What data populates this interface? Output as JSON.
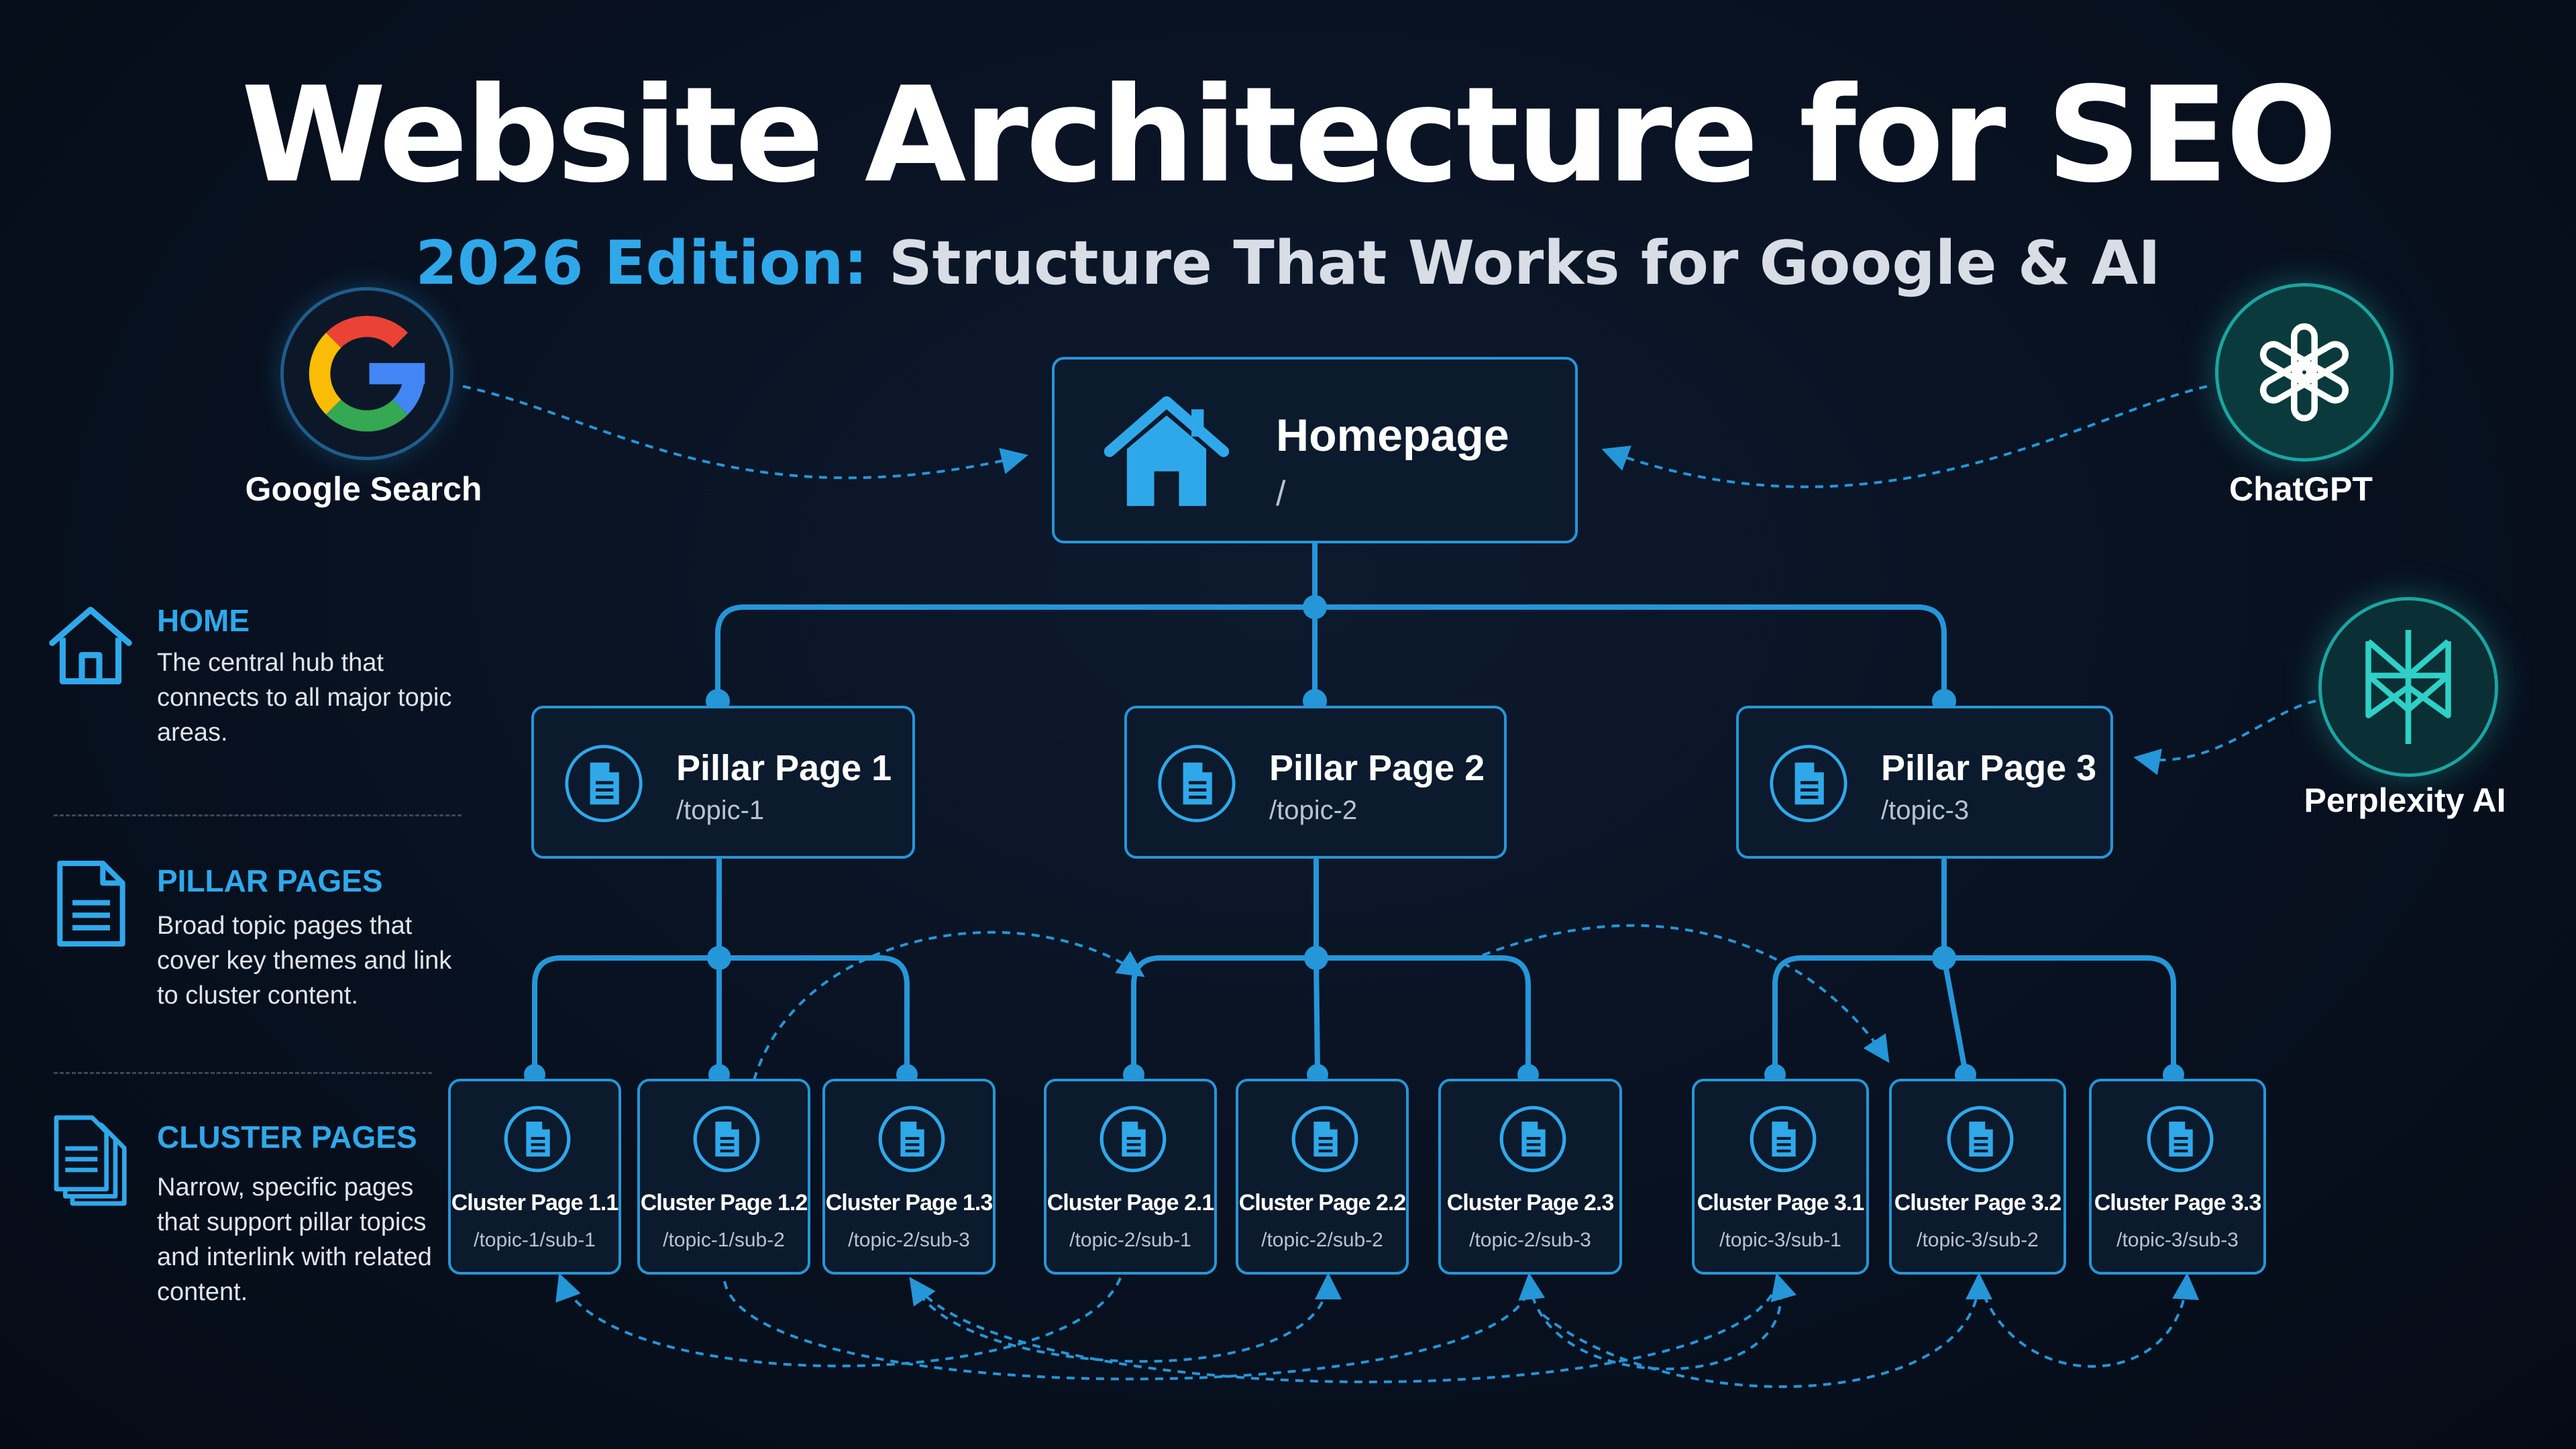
{
  "title": "Website Architecture for SEO",
  "subtitle": {
    "accent": "2026 Edition:",
    "rest": " Structure That Works for Google & AI"
  },
  "sources": [
    {
      "name": "Google Search",
      "icon": "google-g-logo"
    },
    {
      "name": "ChatGPT",
      "icon": "openai-knot-logo"
    },
    {
      "name": "Perplexity AI",
      "icon": "perplexity-logo"
    }
  ],
  "homepage": {
    "title": "Homepage",
    "url": "/",
    "icon": "house-icon"
  },
  "pillars": [
    {
      "title": "Pillar Page 1",
      "url": "/topic-1"
    },
    {
      "title": "Pillar Page 2",
      "url": "/topic-2"
    },
    {
      "title": "Pillar Page 3",
      "url": "/topic-3"
    }
  ],
  "clusters": [
    {
      "title": "Cluster Page 1.1",
      "url": "/topic-1/sub-1"
    },
    {
      "title": "Cluster Page 1.2",
      "url": "/topic-1/sub-2"
    },
    {
      "title": "Cluster Page 1.3",
      "url": "/topic-2/sub-3"
    },
    {
      "title": "Cluster Page 2.1",
      "url": "/topic-2/sub-1"
    },
    {
      "title": "Cluster Page 2.2",
      "url": "/topic-2/sub-2"
    },
    {
      "title": "Cluster Page 2.3",
      "url": "/topic-2/sub-3"
    },
    {
      "title": "Cluster Page 3.1",
      "url": "/topic-3/sub-1"
    },
    {
      "title": "Cluster Page 3.2",
      "url": "/topic-3/sub-2"
    },
    {
      "title": "Cluster Page 3.3",
      "url": "/topic-3/sub-3"
    }
  ],
  "legend": [
    {
      "heading": "HOME",
      "description": "The central hub that connects to all major topic areas.",
      "icon": "house-outline-icon"
    },
    {
      "heading": "PILLAR PAGES",
      "description": "Broad topic pages that cover key themes and link to cluster content.",
      "icon": "document-icon"
    },
    {
      "heading": "CLUSTER PAGES",
      "description": "Narrow, specific pages that support pillar topics and interlink with related content.",
      "icon": "documents-stack-icon"
    }
  ],
  "colors": {
    "accent": "#2fa8ea",
    "line": "#2596d8",
    "background": "#081120",
    "node_fill": "#0b1a2c"
  }
}
